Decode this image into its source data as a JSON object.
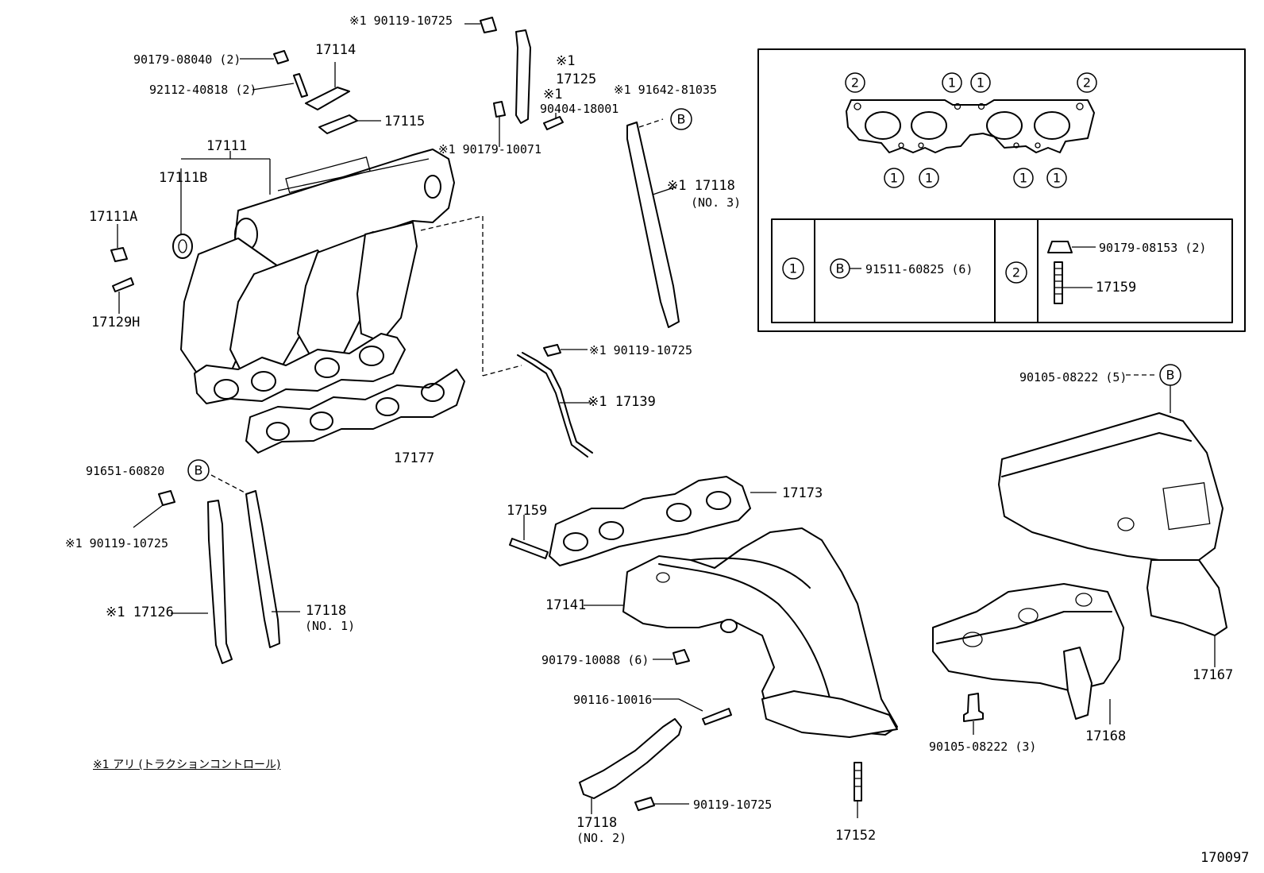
{
  "labels": {
    "l_90119_top": "※1  90119-10725",
    "l_90179_08040": "90179-08040 (2)",
    "l_17114": "17114",
    "l_92112": "92112-40818 (2)",
    "l_17115": "17115",
    "l_17111": "17111",
    "l_17111B": "17111B",
    "l_17111A": "17111A",
    "l_17129H": "17129H",
    "l_k1_17125a": "※1",
    "l_17125": "17125",
    "l_k1_90404": "※1",
    "l_90404": "90404-18001",
    "l_90179_10071": "※1 90179-10071",
    "l_91642": "※1 91642-81035",
    "l_17118_3": "※1 17118",
    "l_no3": "(NO. 3)",
    "l_90119_mid": "※1 90119-10725",
    "l_17139": "※1 17139",
    "l_17177": "17177",
    "l_91651": "91651-60820",
    "l_90119_left": "※1  90119-10725",
    "l_17126": "※1 17126",
    "l_17118_1": "17118",
    "l_no1": "(NO. 1)",
    "l_note": "※1 アリ (トラクションコントロール)",
    "l_17159_a": "17159",
    "l_17173": "17173",
    "l_17141": "17141",
    "l_90179_10088": "90179-10088 (6)",
    "l_90116": "90116-10016",
    "l_17118_2": "17118",
    "l_no2": "(NO. 2)",
    "l_90119_bottom": "90119-10725",
    "l_17152": "17152",
    "l_90105_5": "90105-08222 (5)",
    "l_17167": "17167",
    "l_17168": "17168",
    "l_90105_3": "90105-08222 (3)",
    "l_170097": "170097",
    "l_91511": "91511-60825 (6)",
    "l_90179_08153": "90179-08153 (2)",
    "l_17159_b": "17159"
  },
  "markers": {
    "one": "1",
    "two": "2",
    "b": "B"
  }
}
